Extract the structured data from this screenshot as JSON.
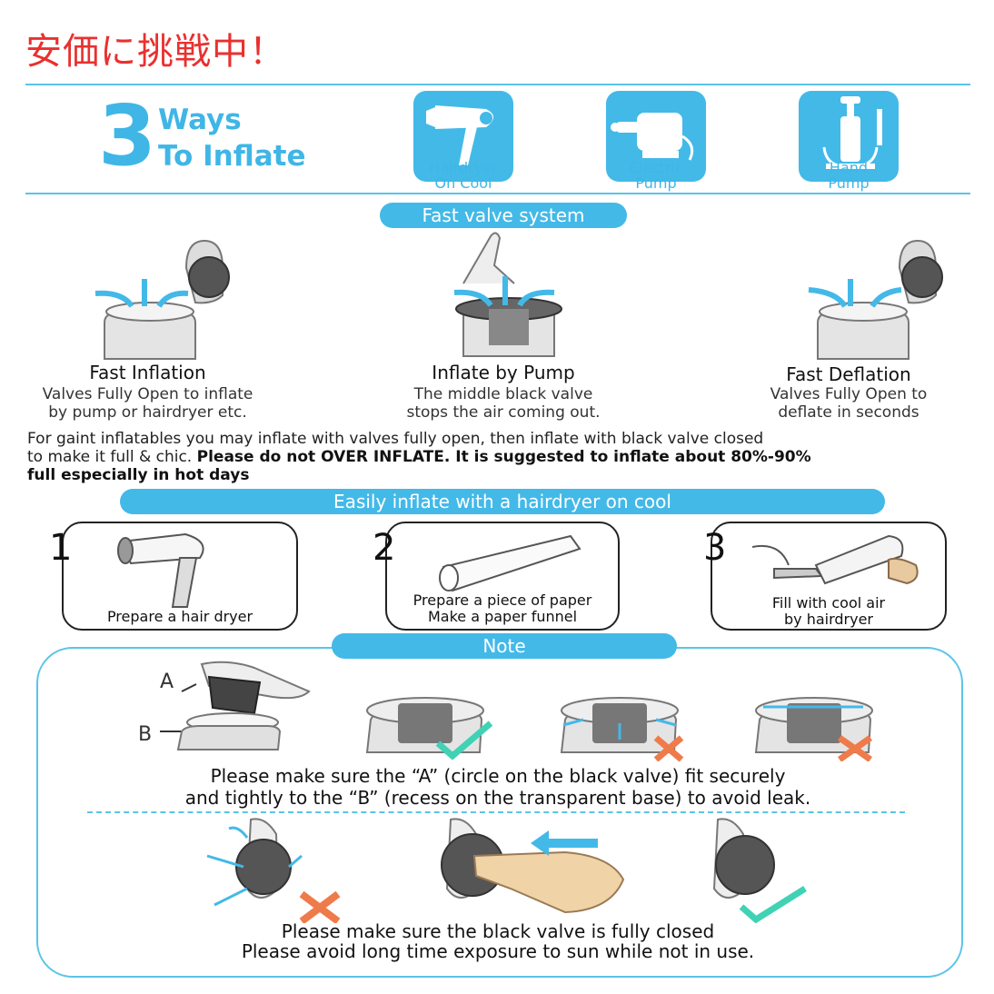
{
  "promo": "安価に挑戦中！",
  "header": {
    "ways_number": "3",
    "ways_line1": "Ways",
    "ways_line2": "To Inflate",
    "methods": [
      {
        "line1": "Hairdryer",
        "line2": "On Cool",
        "icon": "hairdryer-icon"
      },
      {
        "line1": "Electric",
        "line2": "Pump",
        "icon": "electric-pump-icon"
      },
      {
        "line1": "Hand",
        "line2": "Pump",
        "icon": "hand-pump-icon"
      }
    ]
  },
  "valve": {
    "pill": "Fast valve system",
    "items": [
      {
        "title": "Fast Inflation",
        "line1": "Valves Fully Open to inflate",
        "line2": "by pump or hairdryer etc."
      },
      {
        "title": "Inflate by Pump",
        "line1": "The middle black valve",
        "line2": "stops the air coming out."
      },
      {
        "title": "Fast Deflation",
        "line1": "Valves Fully Open to",
        "line2": "deflate in seconds"
      }
    ],
    "note_line1": "For gaint inflatables you may inflate with valves fully open, then inflate with black valve closed",
    "note_line2_plain": "to make it full & chic. ",
    "note_line2_bold": "Please do not OVER INFLATE. It is suggested to inflate about 80%-90%",
    "note_line3_bold": "full especially in hot days"
  },
  "hairdryer": {
    "pill": "Easily inflate with a hairdryer on cool",
    "steps": [
      {
        "num": "1",
        "line1": "Prepare a hair dryer",
        "line2": ""
      },
      {
        "num": "2",
        "line1": "Prepare a piece of paper",
        "line2": "Make a paper funnel"
      },
      {
        "num": "3",
        "line1": "Fill with cool air",
        "line2": "by hairdryer"
      }
    ]
  },
  "note": {
    "pill": "Note",
    "label_a": "A",
    "label_b": "B",
    "text1": "Please make sure the “A” (circle on the black valve) fit securely",
    "text2": "and tightly to the “B” (recess on the transparent base) to avoid leak.",
    "text3": "Please make sure the black valve is fully closed",
    "text4": "Please avoid long time exposure to sun while not in use."
  },
  "colors": {
    "accent": "#43b9e8",
    "promo": "#e8312f",
    "check": "#3fd2b4",
    "cross": "#ef7b4a"
  }
}
